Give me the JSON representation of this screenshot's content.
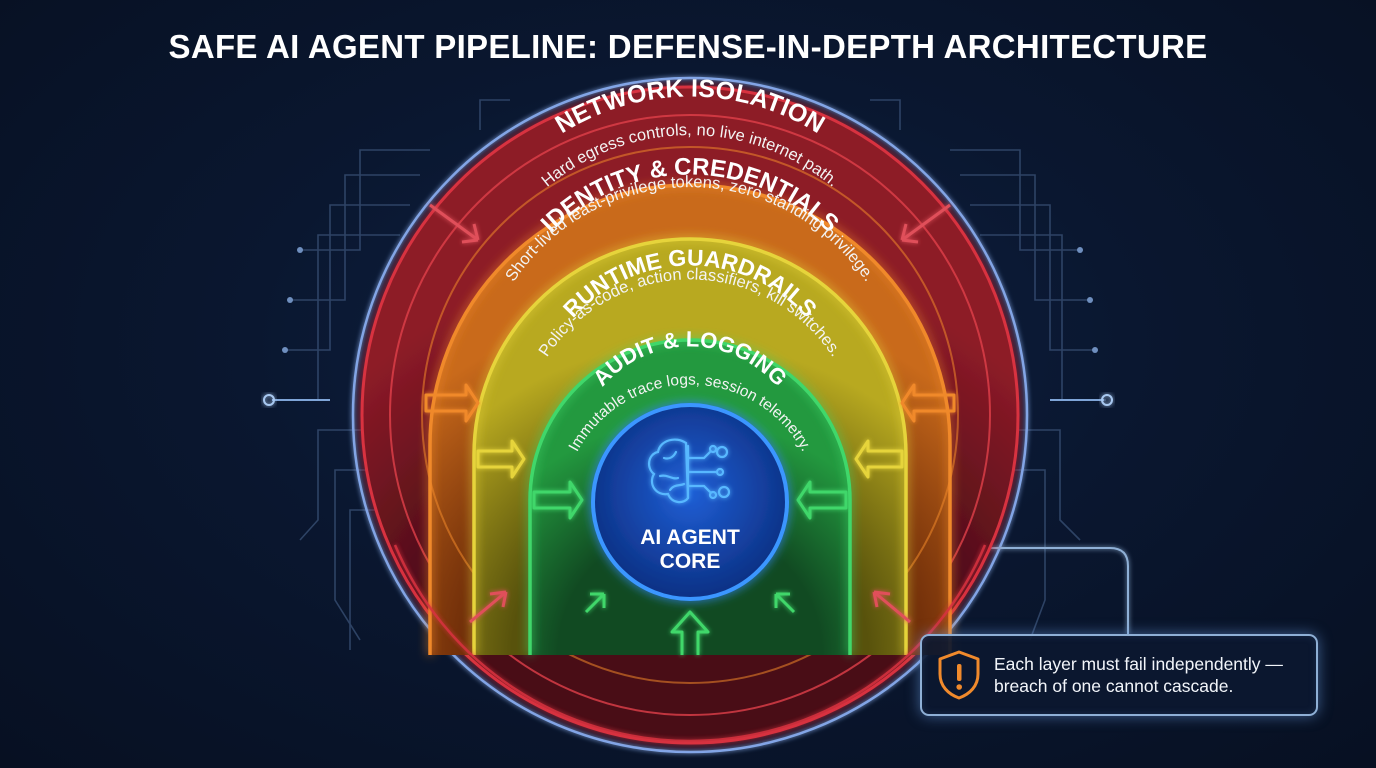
{
  "title": "SAFE AI AGENT PIPELINE: DEFENSE-IN-DEPTH ARCHITECTURE",
  "core": {
    "line1": "AI AGENT",
    "line2": "CORE",
    "icon": "brain-circuit-icon",
    "color": "#2f8cff"
  },
  "layers": [
    {
      "title": "NETWORK ISOLATION",
      "desc": "Hard egress controls, no live internet path.",
      "color": "#d8323f"
    },
    {
      "title": "IDENTITY & CREDENTIALS",
      "desc": "Short-lived least-privilege tokens, zero standing privilege.",
      "color": "#f0892a"
    },
    {
      "title": "RUNTIME GUARDRAILS",
      "desc": "Policy-as-code, action classifiers, kill switches.",
      "color": "#e6d43a"
    },
    {
      "title": "AUDIT & LOGGING",
      "desc": "Immutable trace logs, session telemetry.",
      "color": "#3fd76a"
    }
  ],
  "note": {
    "line1": "Each layer must fail independently —",
    "line2": "breach of one cannot cascade.",
    "icon": "shield-alert-icon",
    "icon_color": "#f08a2c"
  }
}
